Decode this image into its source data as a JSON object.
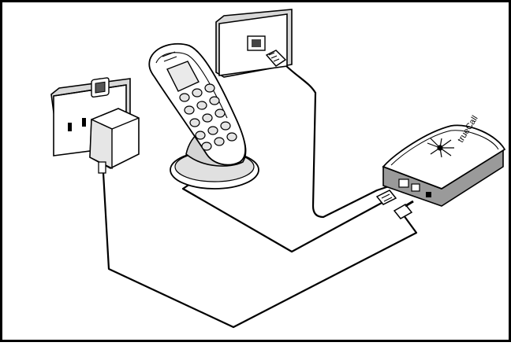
{
  "figure": {
    "brand_logo_text": "trueCall",
    "components": [
      "wall-socket",
      "power-adapter",
      "cordless-phone-handset",
      "phone-base-charger",
      "telephone-wall-socket",
      "truecall-unit"
    ],
    "connections": [
      "telephone-wall-socket-to-truecall",
      "phone-base-to-truecall",
      "power-adapter-to-truecall"
    ],
    "colors": {
      "line": "#000000",
      "fill": "#ffffff",
      "shade": "#d8d8d8",
      "dark_shade": "#9a9a9a",
      "frame": "#000000"
    }
  }
}
